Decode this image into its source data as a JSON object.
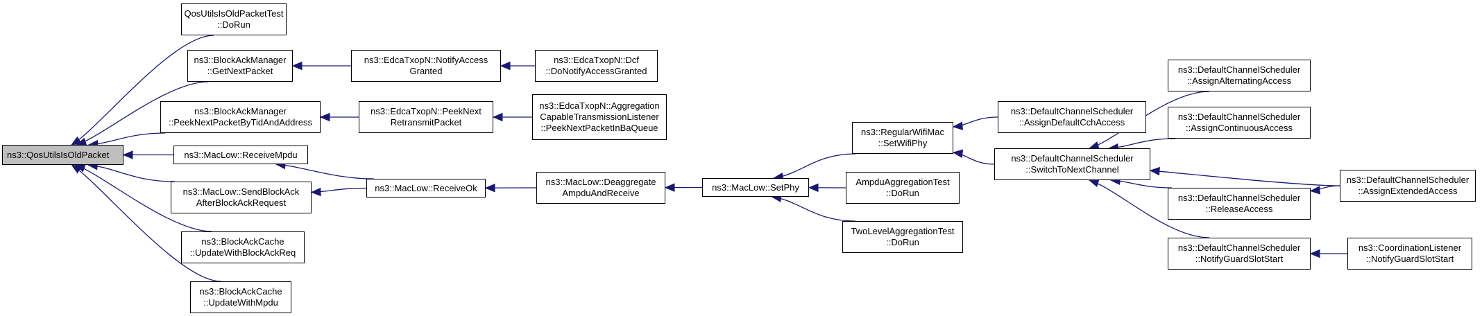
{
  "colors": {
    "edge": "#191970",
    "root_fill": "#bfbfbf",
    "node_fill": "#ffffff",
    "border": "#000000"
  },
  "nodes": [
    {
      "id": "root",
      "lines": [
        "ns3::QosUtilsIsOldPacket"
      ]
    },
    {
      "id": "n_qosutilstest",
      "lines": [
        "QosUtilsIsOldPacketTest",
        "::DoRun"
      ]
    },
    {
      "id": "n_bam_getnext",
      "lines": [
        "ns3::BlockAckManager",
        "::GetNextPacket"
      ]
    },
    {
      "id": "n_edca_notify",
      "lines": [
        "ns3::EdcaTxopN::NotifyAccess",
        "Granted"
      ]
    },
    {
      "id": "n_edca_dcf",
      "lines": [
        "ns3::EdcaTxopN::Dcf",
        "::DoNotifyAccessGranted"
      ]
    },
    {
      "id": "n_bam_peek",
      "lines": [
        "ns3::BlockAckManager",
        "::PeekNextPacketByTidAndAddress"
      ]
    },
    {
      "id": "n_edca_peek",
      "lines": [
        "ns3::EdcaTxopN::PeekNext",
        "RetransmitPacket"
      ]
    },
    {
      "id": "n_edca_agg",
      "lines": [
        "ns3::EdcaTxopN::Aggregation",
        "CapableTransmissionListener",
        "::PeekNextPacketInBaQueue"
      ]
    },
    {
      "id": "n_mac_recvmpdu",
      "lines": [
        "ns3::MacLow::ReceiveMpdu"
      ]
    },
    {
      "id": "n_mac_sendba",
      "lines": [
        "ns3::MacLow::SendBlockAck",
        "AfterBlockAckRequest"
      ]
    },
    {
      "id": "n_mac_recvok",
      "lines": [
        "ns3::MacLow::ReceiveOk"
      ]
    },
    {
      "id": "n_mac_deagg",
      "lines": [
        "ns3::MacLow::Deaggregate",
        "AmpduAndReceive"
      ]
    },
    {
      "id": "n_mac_setphy",
      "lines": [
        "ns3::MacLow::SetPhy"
      ]
    },
    {
      "id": "n_bac_req",
      "lines": [
        "ns3::BlockAckCache",
        "::UpdateWithBlockAckReq"
      ]
    },
    {
      "id": "n_bac_mpdu",
      "lines": [
        "ns3::BlockAckCache",
        "::UpdateWithMpdu"
      ]
    },
    {
      "id": "n_regwifi",
      "lines": [
        "ns3::RegularWifiMac",
        "::SetWifiPhy"
      ]
    },
    {
      "id": "n_ampdu_test",
      "lines": [
        "AmpduAggregationTest",
        "::DoRun"
      ]
    },
    {
      "id": "n_twolevel_test",
      "lines": [
        "TwoLevelAggregationTest",
        "::DoRun"
      ]
    },
    {
      "id": "n_dcs_defcch",
      "lines": [
        "ns3::DefaultChannelScheduler",
        "::AssignDefaultCchAccess"
      ]
    },
    {
      "id": "n_dcs_switch",
      "lines": [
        "ns3::DefaultChannelScheduler",
        "::SwitchToNextChannel"
      ]
    },
    {
      "id": "n_dcs_alt",
      "lines": [
        "ns3::DefaultChannelScheduler",
        "::AssignAlternatingAccess"
      ]
    },
    {
      "id": "n_dcs_cont",
      "lines": [
        "ns3::DefaultChannelScheduler",
        "::AssignContinuousAccess"
      ]
    },
    {
      "id": "n_dcs_release",
      "lines": [
        "ns3::DefaultChannelScheduler",
        "::ReleaseAccess"
      ]
    },
    {
      "id": "n_dcs_guard",
      "lines": [
        "ns3::DefaultChannelScheduler",
        "::NotifyGuardSlotStart"
      ]
    },
    {
      "id": "n_dcs_ext",
      "lines": [
        "ns3::DefaultChannelScheduler",
        "::AssignExtendedAccess"
      ]
    },
    {
      "id": "n_coord",
      "lines": [
        "ns3::CoordinationListener",
        "::NotifyGuardSlotStart"
      ]
    }
  ],
  "edges": [
    {
      "from": "n_qosutilstest",
      "to": "root"
    },
    {
      "from": "n_bam_getnext",
      "to": "root"
    },
    {
      "from": "n_bam_peek",
      "to": "root"
    },
    {
      "from": "n_mac_recvmpdu",
      "to": "root"
    },
    {
      "from": "n_mac_sendba",
      "to": "root"
    },
    {
      "from": "n_bac_req",
      "to": "root"
    },
    {
      "from": "n_bac_mpdu",
      "to": "root"
    },
    {
      "from": "n_edca_notify",
      "to": "n_bam_getnext"
    },
    {
      "from": "n_edca_dcf",
      "to": "n_edca_notify"
    },
    {
      "from": "n_edca_peek",
      "to": "n_bam_peek"
    },
    {
      "from": "n_edca_agg",
      "to": "n_edca_peek"
    },
    {
      "from": "n_mac_recvok",
      "to": "n_mac_recvmpdu"
    },
    {
      "from": "n_mac_recvok",
      "to": "n_mac_sendba"
    },
    {
      "from": "n_mac_deagg",
      "to": "n_mac_recvok"
    },
    {
      "from": "n_mac_setphy",
      "to": "n_mac_deagg"
    },
    {
      "from": "n_regwifi",
      "to": "n_mac_setphy"
    },
    {
      "from": "n_ampdu_test",
      "to": "n_mac_setphy"
    },
    {
      "from": "n_twolevel_test",
      "to": "n_mac_setphy"
    },
    {
      "from": "n_dcs_defcch",
      "to": "n_regwifi"
    },
    {
      "from": "n_dcs_switch",
      "to": "n_regwifi"
    },
    {
      "from": "n_dcs_alt",
      "to": "n_dcs_switch"
    },
    {
      "from": "n_dcs_cont",
      "to": "n_dcs_switch"
    },
    {
      "from": "n_dcs_ext",
      "to": "n_dcs_switch"
    },
    {
      "from": "n_dcs_release",
      "to": "n_dcs_switch"
    },
    {
      "from": "n_dcs_guard",
      "to": "n_dcs_switch"
    },
    {
      "from": "n_dcs_ext",
      "to": "n_dcs_release"
    },
    {
      "from": "n_coord",
      "to": "n_dcs_guard"
    }
  ]
}
